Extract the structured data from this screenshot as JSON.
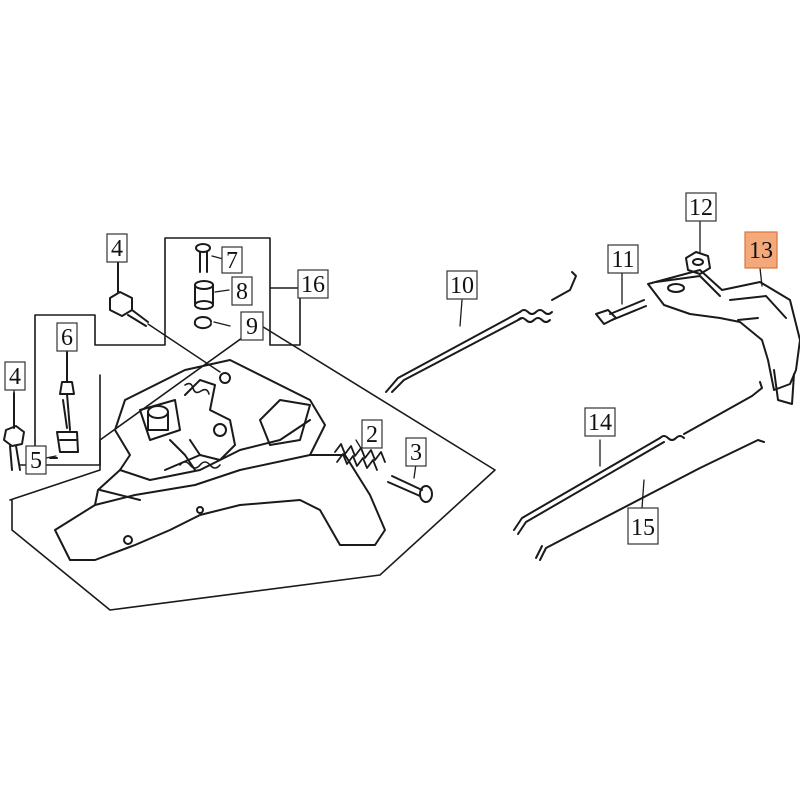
{
  "diagram": {
    "highlight_color": "#f4a97a",
    "line_color": "#1a1a1a",
    "parts": [
      {
        "id": "4a",
        "text": "4"
      },
      {
        "id": "4b",
        "text": "4"
      },
      {
        "id": "5",
        "text": "5"
      },
      {
        "id": "6",
        "text": "6"
      },
      {
        "id": "7",
        "text": "7"
      },
      {
        "id": "8",
        "text": "8"
      },
      {
        "id": "9",
        "text": "9"
      },
      {
        "id": "16",
        "text": "16"
      },
      {
        "id": "2",
        "text": "2"
      },
      {
        "id": "3",
        "text": "3"
      },
      {
        "id": "10",
        "text": "10"
      },
      {
        "id": "11",
        "text": "11"
      },
      {
        "id": "12",
        "text": "12"
      },
      {
        "id": "13",
        "text": "13",
        "highlighted": true
      },
      {
        "id": "14",
        "text": "14"
      },
      {
        "id": "15",
        "text": "15"
      }
    ]
  }
}
